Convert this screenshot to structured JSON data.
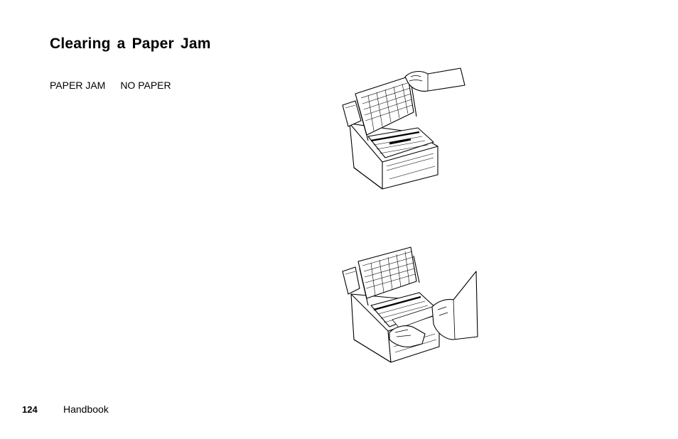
{
  "page": {
    "title": "Clearing a Paper Jam",
    "status_messages": [
      "PAPER JAM",
      "NO PAPER"
    ]
  },
  "figures": [
    {
      "name": "open-cover-illustration"
    },
    {
      "name": "remove-jammed-paper-illustration"
    }
  ],
  "footer": {
    "page_number": "124",
    "running_title": "Handbook"
  }
}
